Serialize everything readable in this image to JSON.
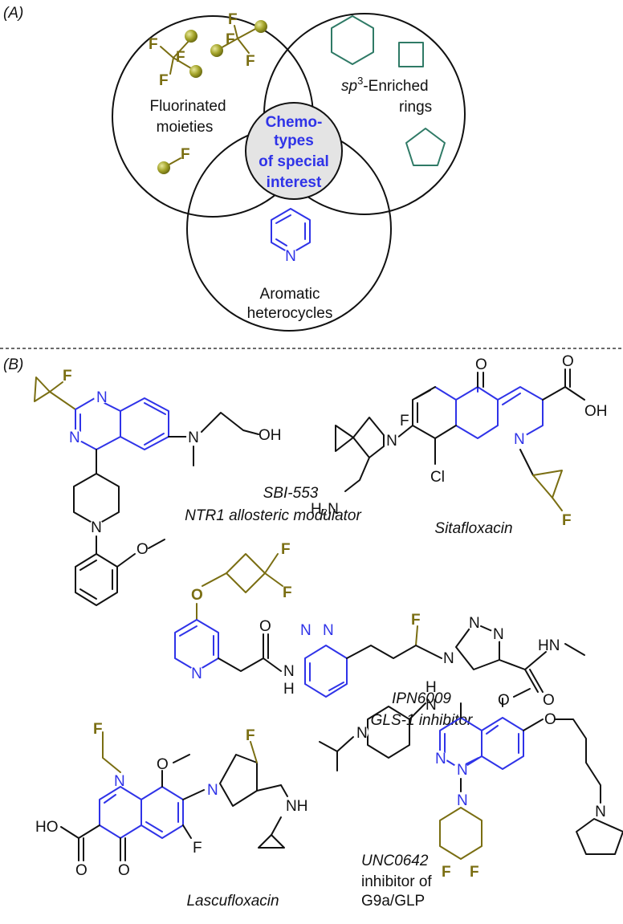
{
  "panel_a_label": "(A)",
  "panel_b_label": "(B)",
  "venn": {
    "fluorinated_1": "Fluorinated",
    "fluorinated_2": "moieties",
    "sp3_prefix": "sp",
    "sp3_sup": "3",
    "sp3_suffix": "-Enriched",
    "rings": "rings",
    "aromatic_1": "Aromatic",
    "aromatic_2": "heterocycles",
    "center_1": "Chemo-",
    "center_2": "types",
    "center_3": "of special",
    "center_4": "interest"
  },
  "atoms": {
    "F": "F",
    "N": "N",
    "O": "O",
    "H": "H",
    "OH": "OH",
    "HO": "HO",
    "Cl": "Cl",
    "NH": "NH",
    "H2N": "H₂N",
    "HN": "HN"
  },
  "compounds": {
    "sbi": {
      "name": "SBI-553",
      "desc": "NTR1 allosteric modulator"
    },
    "sita": {
      "name": "Sitafloxacin"
    },
    "ipn": {
      "name": "IPN6009",
      "desc": "GLS-1 inhibitor"
    },
    "lasc": {
      "name": "Lascufloxacin"
    },
    "unc": {
      "name": "UNC0642",
      "desc1": "inhibitor of",
      "desc2": "G9a/GLP"
    }
  },
  "colors": {
    "blue": "#2f33e8",
    "olive": "#7a6e12",
    "teal": "#2f7a66",
    "ball": "#a3a329"
  }
}
